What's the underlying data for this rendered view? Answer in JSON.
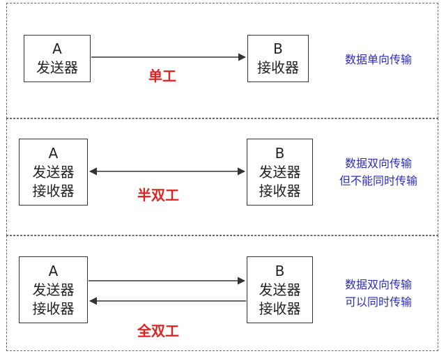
{
  "panels": [
    {
      "left_node": {
        "id": "A",
        "lines": [
          "发送器"
        ]
      },
      "right_node": {
        "id": "B",
        "lines": [
          "接收器"
        ]
      },
      "mode_label": "单工",
      "description": [
        "数据单向传输"
      ]
    },
    {
      "left_node": {
        "id": "A",
        "lines": [
          "发送器",
          "接收器"
        ]
      },
      "right_node": {
        "id": "B",
        "lines": [
          "发送器",
          "接收器"
        ]
      },
      "mode_label": "半双工",
      "description": [
        "数据双向传输",
        "但不能同时传输"
      ]
    },
    {
      "left_node": {
        "id": "A",
        "lines": [
          "发送器",
          "接收器"
        ]
      },
      "right_node": {
        "id": "B",
        "lines": [
          "发送器",
          "接收器"
        ]
      },
      "mode_label": "全双工",
      "description": [
        "数据双向传输",
        "可以同时传输"
      ]
    }
  ],
  "colors": {
    "mode_label": "#e02020",
    "description": "#2b2bbf",
    "border": "#6a6a6a"
  }
}
